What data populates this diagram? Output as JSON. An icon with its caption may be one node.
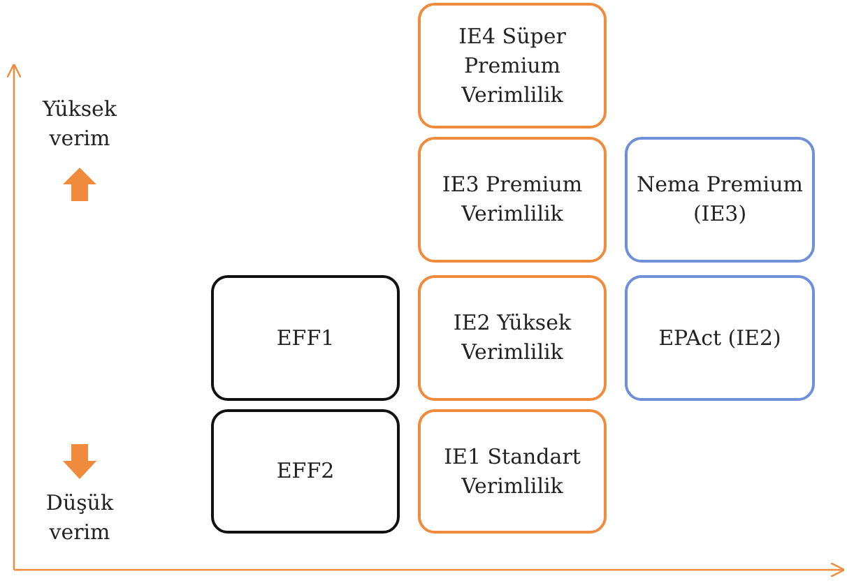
{
  "diagram": {
    "nodes": [
      {
        "text": [
          "IE4 Süper Premium Verimlilik"
        ]
      },
      {
        "text": [
          "IE3 Premium Verimlilik"
        ]
      },
      {
        "text": [
          "Nema Premium (IE3)"
        ]
      },
      {
        "text": [
          "EFF1"
        ]
      },
      {
        "text": [
          "IE2 Yüksek Verimlilik"
        ]
      },
      {
        "text": [
          "EPAct (IE2)"
        ]
      },
      {
        "text": [
          "EFF2"
        ]
      },
      {
        "text": [
          "IE1 Standart Verimlilik"
        ]
      }
    ],
    "edges": [],
    "labels": [
      "Yüksek verim",
      "Düşük verim"
    ]
  }
}
